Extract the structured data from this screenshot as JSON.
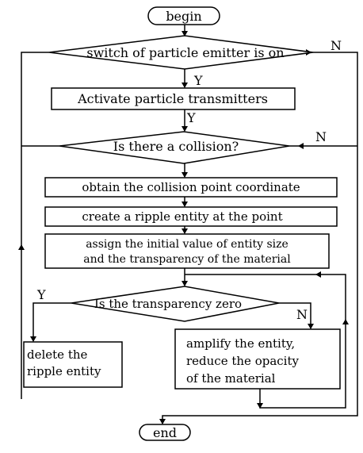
{
  "nodes": {
    "begin": "begin",
    "q_switch": "switch of particle emitter is on",
    "activate": "Activate particle transmitters",
    "q_collision": "Is there a  collision?",
    "obtain": "obtain the collision point coordinate",
    "create": "create a ripple entity  at the  point",
    "assign": [
      "assign the initial value of entity size",
      "and the transparency of the material"
    ],
    "q_zero": "Is the transparency  zero",
    "delete": [
      "delete the",
      "ripple entity"
    ],
    "amplify": [
      "amplify the entity,",
      "reduce the  opacity",
      "of the material"
    ],
    "end": "end"
  },
  "labels": {
    "switch_yes": "Y",
    "switch_no": "N",
    "activate_yes": "Y",
    "collision_no": "N",
    "zero_yes": "Y",
    "zero_no": "N"
  }
}
